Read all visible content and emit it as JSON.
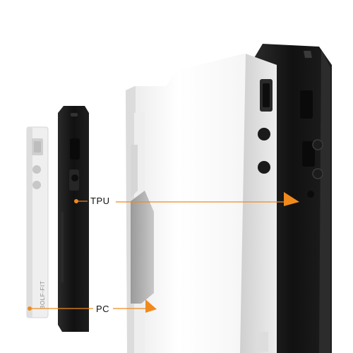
{
  "callouts": {
    "tpu_label": "TPU",
    "pc_label": "PC"
  },
  "branding": {
    "side_logo": "BOLF-FIT"
  },
  "colors": {
    "background": "#ffffff",
    "pc_shell": "#f4f4f4",
    "tpu_bumper": "#141414",
    "callout_accent": "#f08a1c"
  }
}
